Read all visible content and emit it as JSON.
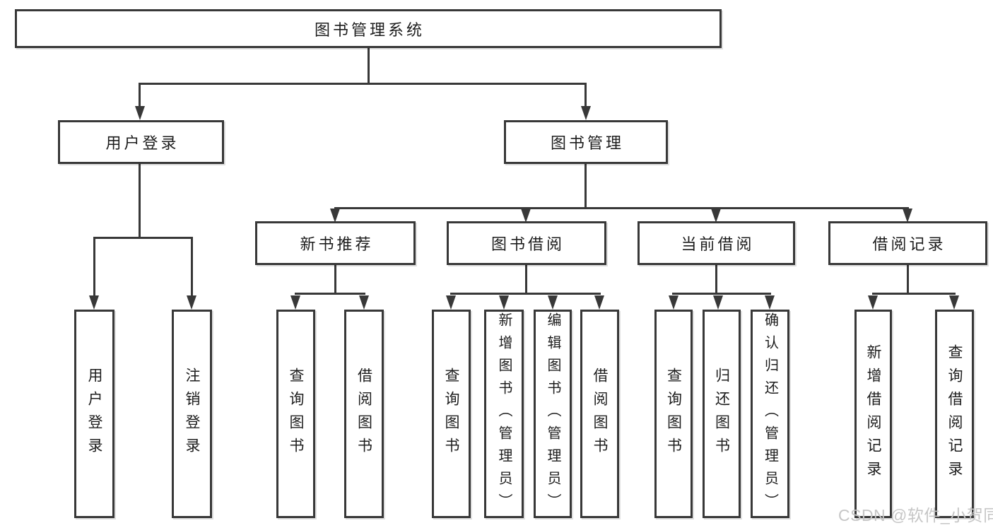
{
  "diagram": {
    "type": "hierarchy-tree",
    "title": "图书管理系统",
    "tree": {
      "图书管理系统": {
        "用户登录": [
          "用户登录",
          "注销登录"
        ],
        "图书管理": {
          "新书推荐": [
            "查询图书",
            "借阅图书"
          ],
          "图书借阅": [
            "查询图书",
            "新增图书（管理员）",
            "编辑图书（管理员）",
            "借阅图书"
          ],
          "当前借阅": [
            "查询图书",
            "归还图书",
            "确认归还（管理员）"
          ],
          "借阅记录": [
            "新增借阅记录",
            "查询借阅记录"
          ]
        }
      }
    },
    "colors": {
      "background": "#ffffff",
      "line": "#383838",
      "box_fill": "#ffffff",
      "text": "#1d1d1d",
      "watermark": "#c6c6c6"
    }
  },
  "nodes": {
    "root": "图书管理系统",
    "user_login": "用户登录",
    "book_mgmt": "图书管理",
    "new_book_rec": "新书推荐",
    "book_borrow": "图书借阅",
    "current_borrow": "当前借阅",
    "borrow_record": "借阅记录",
    "leaf_user_login": "用户登录",
    "leaf_logout": "注销登录",
    "nbr_query": "查询图书",
    "nbr_borrow": "借阅图书",
    "bb_query": "查询图书",
    "bb_add": "新增图书（管理员）",
    "bb_edit": "编辑图书（管理员）",
    "bb_borrow": "借阅图书",
    "cb_query": "查询图书",
    "cb_return": "归还图书",
    "cb_confirm": "确认归还（管理员）",
    "br_add": "新增借阅记录",
    "br_query": "查询借阅记录"
  },
  "watermark": {
    "text": "CSDN @软件_小贺同学"
  }
}
